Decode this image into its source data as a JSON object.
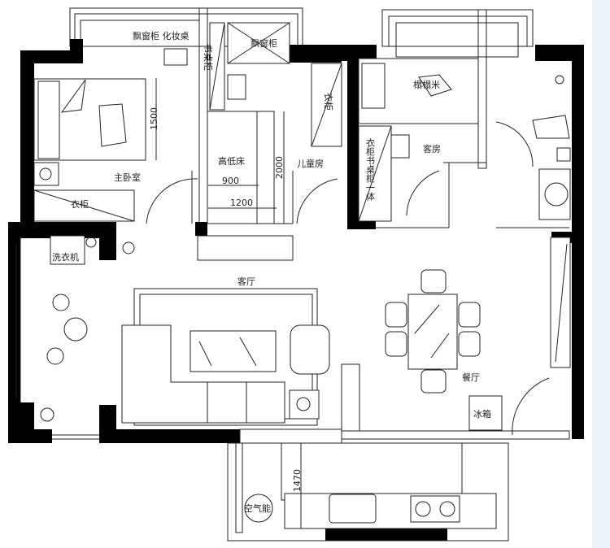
{
  "rooms": {
    "master_bedroom": "主卧室",
    "children_room": "儿童房",
    "guest_room": "客房",
    "living_room": "客厅",
    "dining_room": "餐厅"
  },
  "furniture": {
    "bay_window_vanity": "飘窗柜 化妆桌",
    "bay_window_cabinet": "飘窗柜",
    "desk_cabinet": "书桌柜",
    "wardrobe_master": "衣柜",
    "wardrobe_child": "衣柜",
    "bunk_bed": "高低床",
    "tatami": "榻榻米",
    "wardrobe_desk_combo": "衣柜书桌柜一体",
    "washing_machine": "洗衣机",
    "fridge": "冰箱",
    "water_heater": "空气能"
  },
  "dimensions": {
    "bed_width": "1500",
    "bunk_length": "2000",
    "bunk_upper": "900",
    "bunk_lower": "1200",
    "kitchen_depth": "1470"
  }
}
